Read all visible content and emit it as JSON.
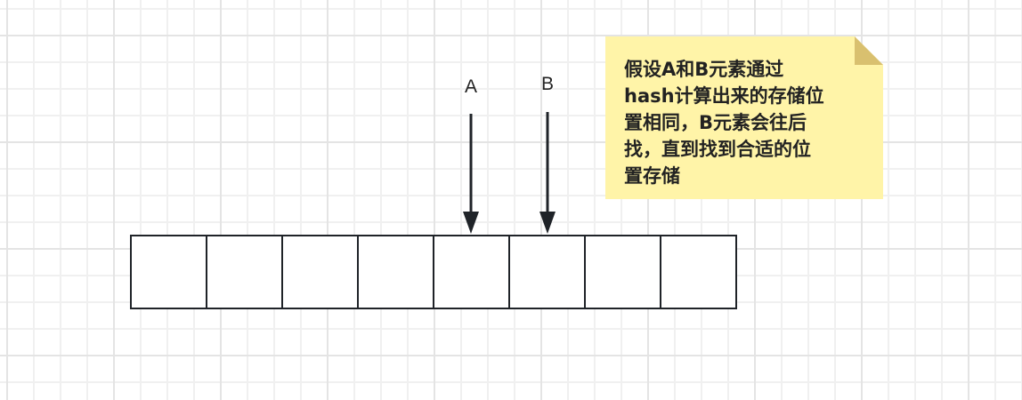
{
  "diagram": {
    "type": "hash-collision-linear-probing",
    "array": {
      "cell_count": 8,
      "cells": [
        "",
        "",
        "",
        "",
        "",
        "",
        "",
        ""
      ]
    },
    "arrows": [
      {
        "label": "A",
        "target_cell_index": 4
      },
      {
        "label": "B",
        "target_cell_index": 5
      }
    ],
    "note": {
      "lines": [
        "假设A和B元素通过",
        "hash计算出来的存储位",
        "置相同，B元素会往后",
        "找，直到找到合适的位",
        "置存储"
      ],
      "fill_color": "#fff4a8",
      "fold_color": "#d9c06f"
    },
    "colors": {
      "stroke": "#1f2328",
      "grid_minor": "#f0f0f0",
      "grid_major": "#e4e4e4"
    }
  }
}
